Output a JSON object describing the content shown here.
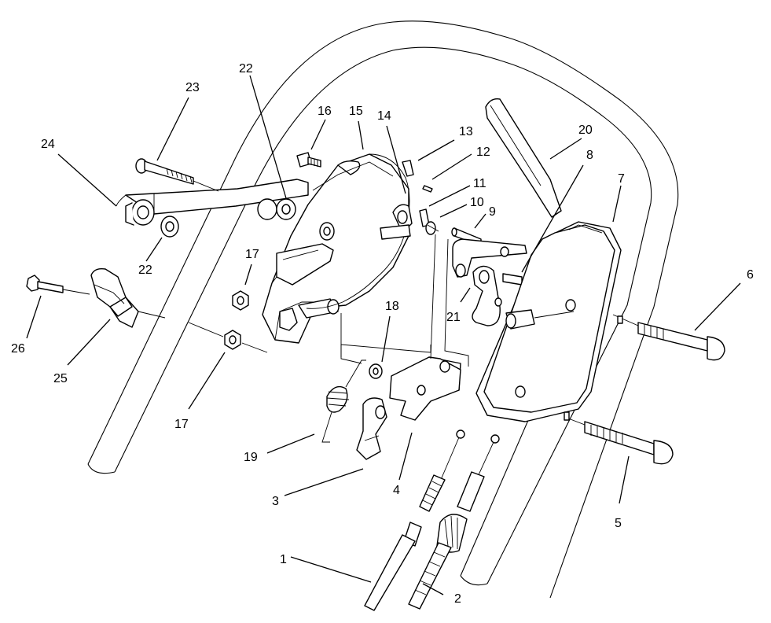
{
  "callouts": [
    {
      "id": "c1",
      "label": "1"
    },
    {
      "id": "c2",
      "label": "2"
    },
    {
      "id": "c3",
      "label": "3"
    },
    {
      "id": "c4",
      "label": "4"
    },
    {
      "id": "c5",
      "label": "5"
    },
    {
      "id": "c6",
      "label": "6"
    },
    {
      "id": "c7",
      "label": "7"
    },
    {
      "id": "c8",
      "label": "8"
    },
    {
      "id": "c9",
      "label": "9"
    },
    {
      "id": "c10",
      "label": "10"
    },
    {
      "id": "c11",
      "label": "11"
    },
    {
      "id": "c12",
      "label": "12"
    },
    {
      "id": "c13",
      "label": "13"
    },
    {
      "id": "c14",
      "label": "14"
    },
    {
      "id": "c15",
      "label": "15"
    },
    {
      "id": "c16",
      "label": "16"
    },
    {
      "id": "c17a",
      "label": "17"
    },
    {
      "id": "c17b",
      "label": "17"
    },
    {
      "id": "c18",
      "label": "18"
    },
    {
      "id": "c19",
      "label": "19"
    },
    {
      "id": "c20",
      "label": "20"
    },
    {
      "id": "c21",
      "label": "21"
    },
    {
      "id": "c22a",
      "label": "22"
    },
    {
      "id": "c22b",
      "label": "22"
    },
    {
      "id": "c23",
      "label": "23"
    },
    {
      "id": "c24",
      "label": "24"
    },
    {
      "id": "c25",
      "label": "25"
    },
    {
      "id": "c26",
      "label": "26"
    }
  ]
}
